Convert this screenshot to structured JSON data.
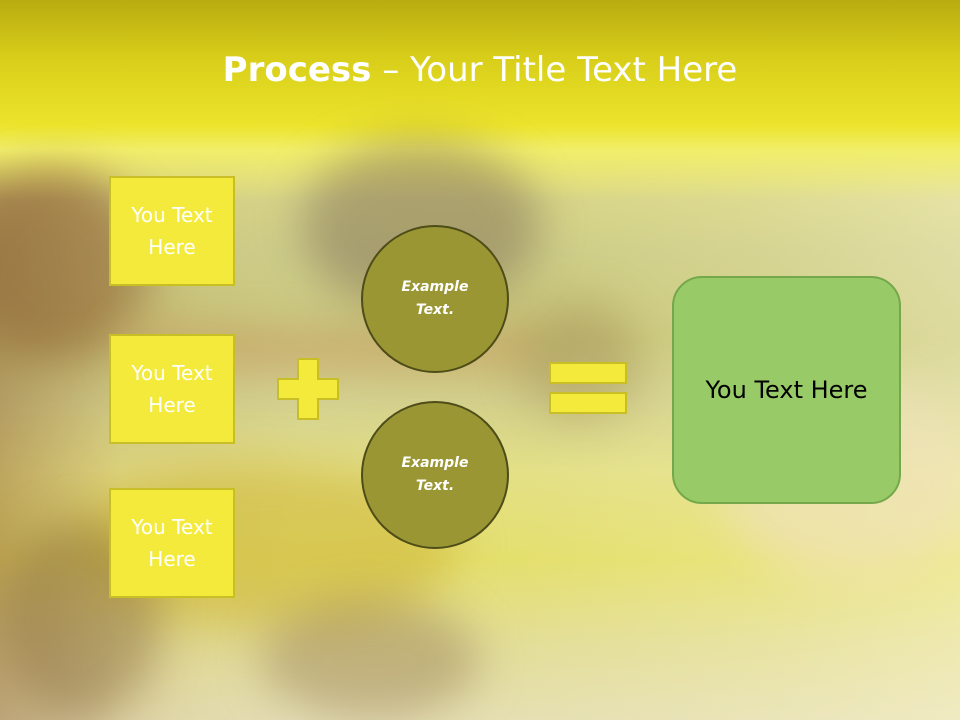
{
  "slide": {
    "title": {
      "bold": "Process",
      "separator": " – ",
      "rest": "Your Title Text Here"
    },
    "input_boxes": [
      {
        "label": "You Text Here"
      },
      {
        "label": "You Text Here"
      },
      {
        "label": "You Text Here"
      }
    ],
    "operator_plus": "plus-icon",
    "circles": [
      {
        "label": "Example Text."
      },
      {
        "label": "Example Text."
      }
    ],
    "operator_equals": "equals-icon",
    "result_box": {
      "label": "You Text Here"
    },
    "colors": {
      "header_yellow": "#e6df1c",
      "box_fill": "#f4ea3c",
      "circle_fill": "#9a9634",
      "result_fill": "#98cb67"
    }
  }
}
